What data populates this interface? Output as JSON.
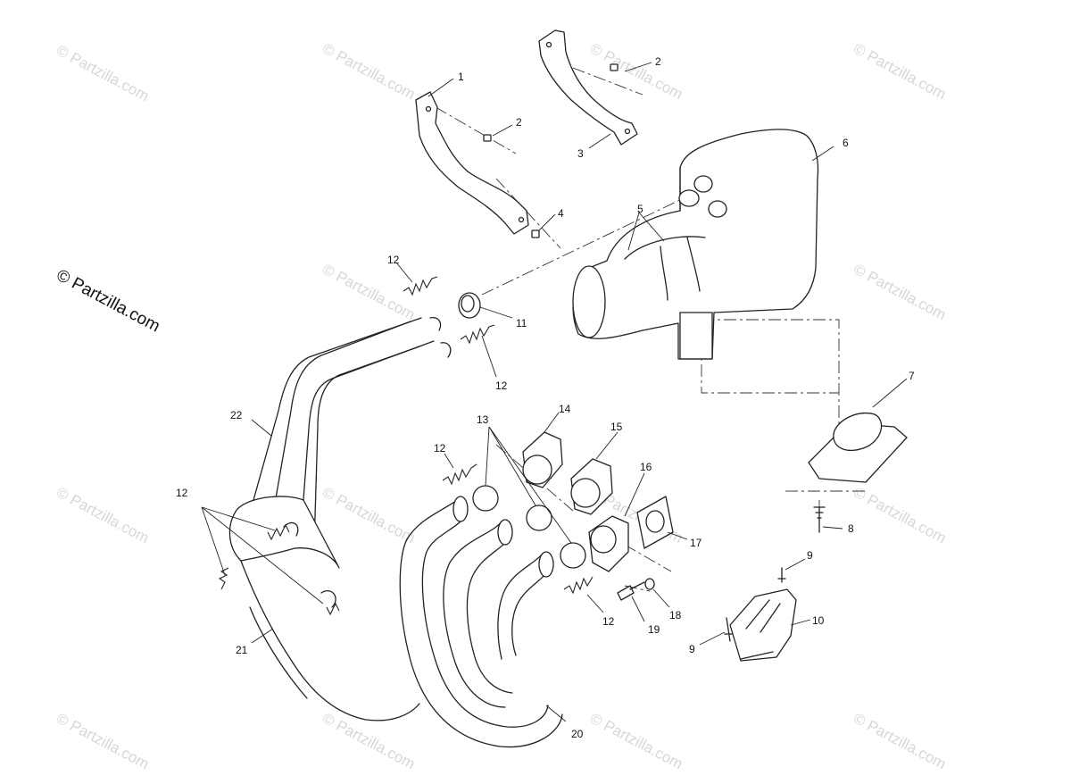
{
  "diagram": {
    "callouts": [
      "1",
      "2",
      "2",
      "3",
      "4",
      "5",
      "6",
      "7",
      "8",
      "9",
      "9",
      "10",
      "11",
      "12",
      "12",
      "12",
      "12",
      "12",
      "13",
      "14",
      "15",
      "16",
      "17",
      "18",
      "19",
      "20",
      "21",
      "22"
    ]
  },
  "watermark": {
    "main_text": "© Partzilla.com",
    "tile_text": "© Partzilla.com"
  }
}
